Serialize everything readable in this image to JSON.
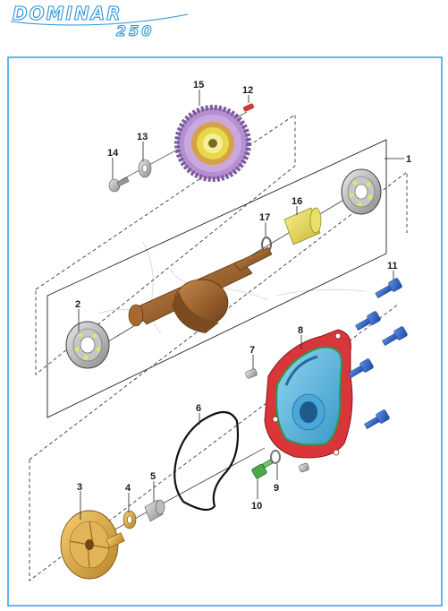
{
  "brand": {
    "logo_word": "DOMINAR",
    "logo_model": "250",
    "logo_color": "#2a93d9"
  },
  "frame_color": "#2aa2df",
  "callouts": [
    "1",
    "2",
    "3",
    "4",
    "5",
    "6",
    "7",
    "8",
    "9",
    "10",
    "11",
    "12",
    "13",
    "14",
    "15",
    "16",
    "17"
  ]
}
